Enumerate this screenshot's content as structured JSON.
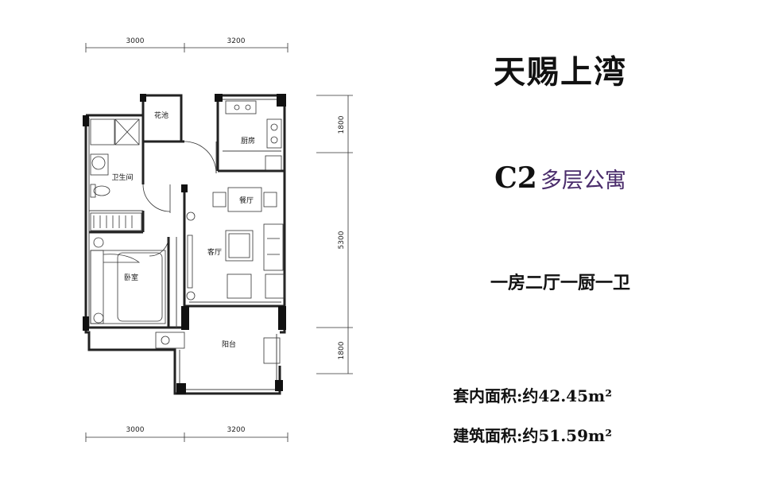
{
  "project_name": "天赐上湾",
  "unit": {
    "code": "C2",
    "type": "多层公寓"
  },
  "layout_type": "一房二厅一厨一卫",
  "areas": [
    {
      "label": "套内面积:",
      "value": "约42.45",
      "unit": "m²"
    },
    {
      "label": "建筑面积:",
      "value": "约51.59",
      "unit": "m²"
    }
  ],
  "dimensions": {
    "top": [
      "3000",
      "3200"
    ],
    "bottom": [
      "3000",
      "3200"
    ],
    "right": [
      "1800",
      "5300",
      "1800"
    ]
  },
  "rooms": {
    "planter": "花池",
    "kitchen": "厨房",
    "bathroom": "卫生间",
    "dining": "餐厅",
    "living": "客厅",
    "bedroom": "卧室",
    "balcony": "阳台"
  }
}
